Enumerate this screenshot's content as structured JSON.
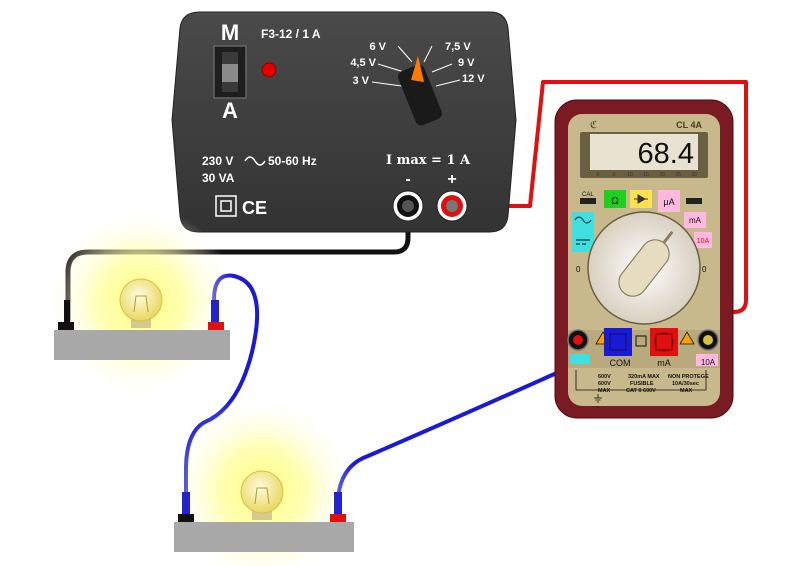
{
  "power_supply": {
    "switch_top_label": "M",
    "switch_bottom_label": "A",
    "model": "F3-12 / 1 A",
    "voltages": [
      "3 V",
      "4,5 V",
      "6 V",
      "7,5 V",
      "9 V",
      "12 V"
    ],
    "mains_voltage": "230 V",
    "mains_freq": "50-60 Hz",
    "power": "30 VA",
    "imax": "I max = 1 A",
    "minus": "-",
    "plus": "+",
    "ce": "CE"
  },
  "multimeter": {
    "brand": "CL 4A",
    "reading": "68.4",
    "scale_ticks": [
      "0",
      "5",
      "10",
      "15",
      "20",
      "25",
      "30"
    ],
    "cal": "CAL",
    "mode_ohm": "Ω",
    "mode_ua": "μA",
    "mode_ma": "mA",
    "mode_10a": "10A",
    "left_zero": "0",
    "right_zero": "0",
    "com_label": "COM",
    "ma_label": "mA",
    "a10_label": "10A",
    "note_left": [
      "600V",
      "600V",
      "MAX"
    ],
    "note_mid": [
      "320mA MAX",
      "FUSIBLE",
      "CAT II 600V"
    ],
    "note_right": [
      "NON PROTEGE",
      "10A/30sec",
      "MAX"
    ]
  },
  "colors": {
    "case": "#3f3f3f",
    "meter_body": "#7a1a22",
    "wire_black": "#111111",
    "wire_red": "#e01010",
    "wire_blue": "#1a1ad6",
    "bulb_glow": "#ffff66"
  }
}
